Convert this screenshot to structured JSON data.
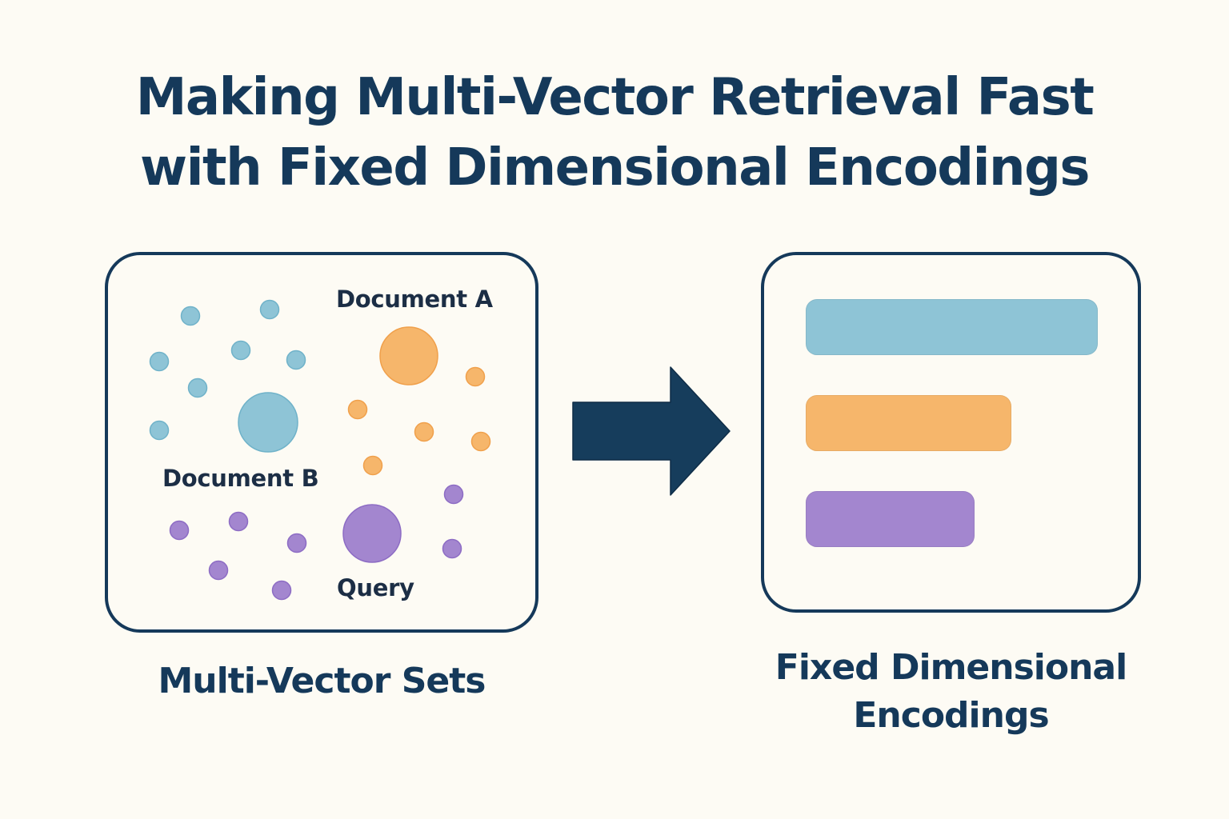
{
  "title": {
    "line1": "Making Multi-Vector Retrieval Fast",
    "line2": "with Fixed Dimensional Encodings"
  },
  "colors": {
    "background": "#fdfbf4",
    "ink": "#15395a",
    "document_b": "#8ec4d6",
    "document_a": "#f6b66b",
    "query": "#a386cf"
  },
  "left_panel": {
    "caption": "Multi-Vector Sets",
    "labels": {
      "document_a": "Document A",
      "document_b": "Document B",
      "query": "Query"
    },
    "groups": [
      {
        "name": "document-b",
        "color_key": "document_b",
        "vector_count": 8,
        "centroid": 1
      },
      {
        "name": "document-a",
        "color_key": "document_a",
        "vector_count": 6,
        "centroid": 1
      },
      {
        "name": "query",
        "color_key": "query",
        "vector_count": 7,
        "centroid": 1
      }
    ]
  },
  "arrow": {
    "icon": "right-arrow-icon"
  },
  "right_panel": {
    "caption_line1": "Fixed Dimensional",
    "caption_line2": "Encodings",
    "bars": [
      {
        "name": "document-b-encoding",
        "color_key": "document_b",
        "relative_length": 1.0
      },
      {
        "name": "document-a-encoding",
        "color_key": "document_a",
        "relative_length": 0.705
      },
      {
        "name": "query-encoding",
        "color_key": "query",
        "relative_length": 0.577
      }
    ]
  }
}
